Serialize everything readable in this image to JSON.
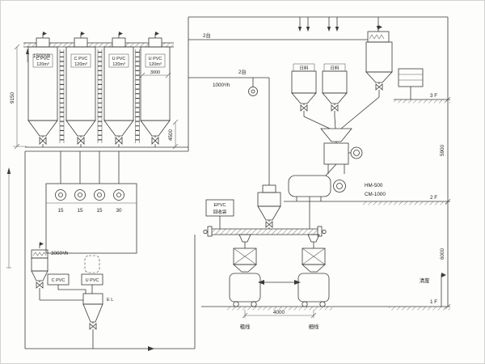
{
  "silos": [
    {
      "name": "C PVC",
      "cap": "120m³"
    },
    {
      "name": "C PVC",
      "cap": "120m³"
    },
    {
      "name": "U PVC",
      "cap": "120m³"
    },
    {
      "name": "U PVC",
      "cap": "120m³"
    }
  ],
  "dims": {
    "silo_height": "9150",
    "cone_height": "4500",
    "silo_dia": "3000",
    "floor3_to_2": "5900",
    "floor2_to_1": "6000",
    "station_span": "4000"
  },
  "flows": {
    "silo_vent": "1500³/h",
    "transfer": "1000³/h",
    "bag_dump": "3000³/h"
  },
  "unit_counts": {
    "top": "2台",
    "mid": "2台"
  },
  "blowers": [
    "15",
    "15",
    "15",
    "30"
  ],
  "mixers": {
    "hot": "HM-500",
    "cool": "CM-1000"
  },
  "day_bins": [
    {
      "label": "日料"
    },
    {
      "label": "日料"
    }
  ],
  "bag_stations": {
    "left": "C PVC",
    "right": "U PVC",
    "level": "E L"
  },
  "recycle_box": {
    "line1": "EPVC",
    "line2": "回收袋"
  },
  "pack_lines": {
    "left": "粗线",
    "right": "细线"
  },
  "floors": {
    "f3": "3 F",
    "f2": "2 F",
    "f1": "1 F"
  },
  "notes": {
    "waste": "清废"
  }
}
